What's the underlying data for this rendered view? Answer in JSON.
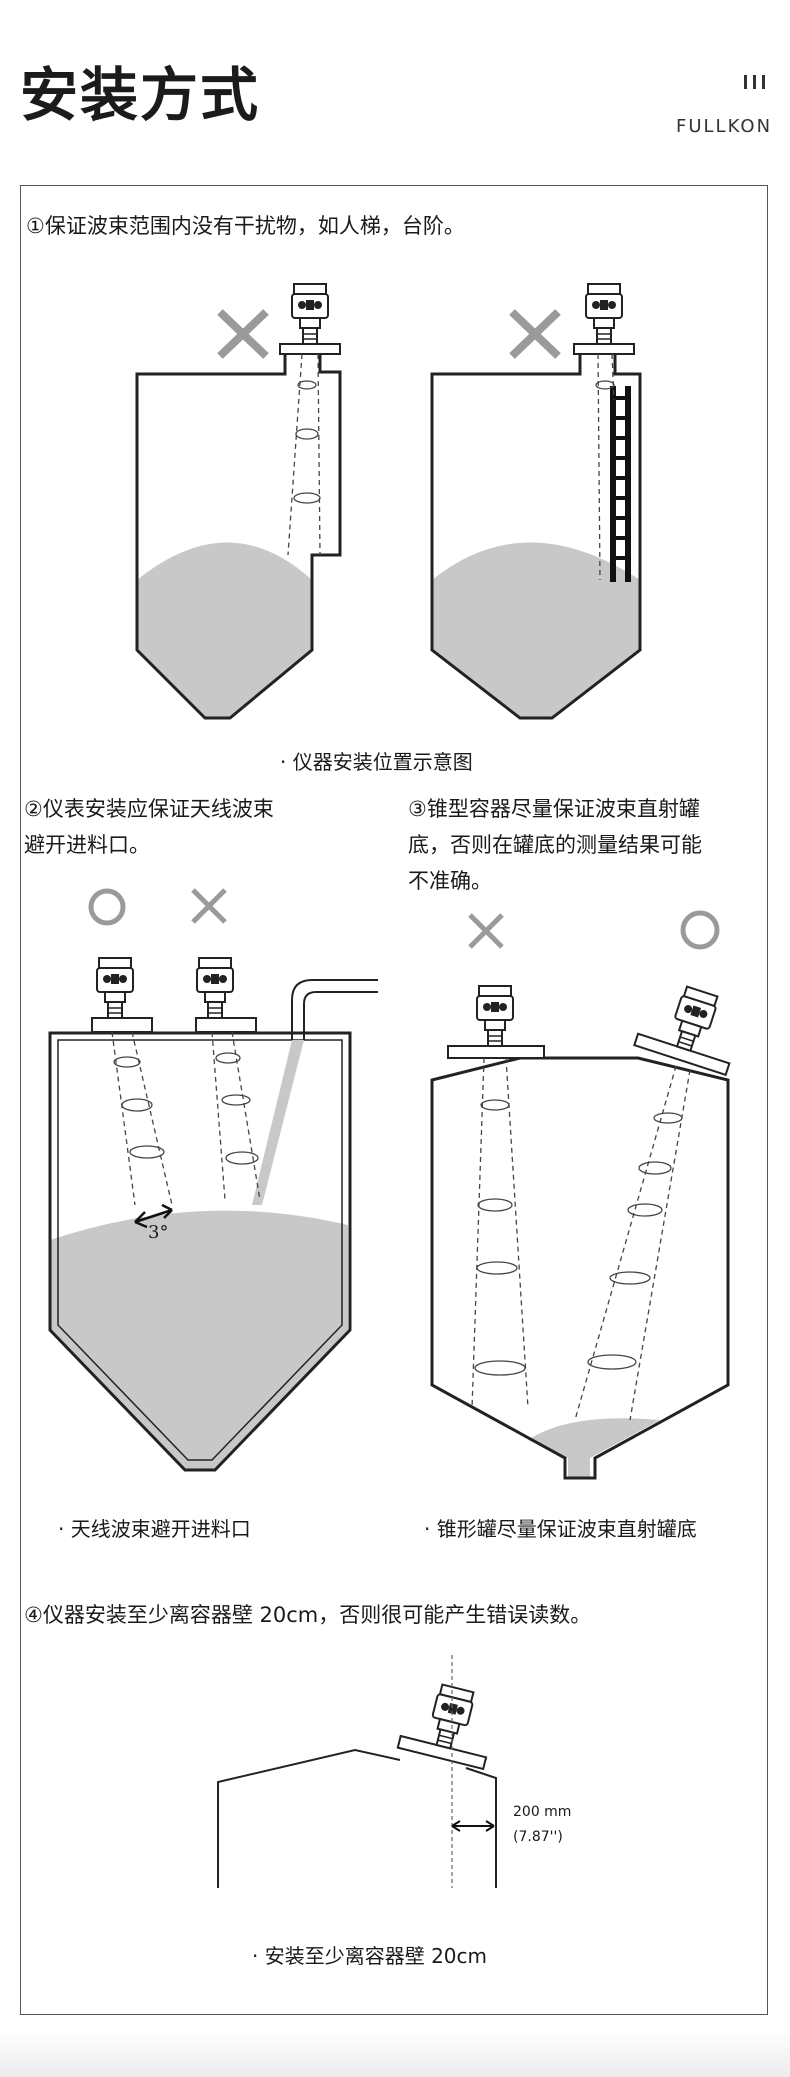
{
  "header": {
    "title": "安装方式",
    "brand": "FULLKON"
  },
  "sections": {
    "s1": {
      "text": "①保证波束范围内没有干扰物，如人梯，台阶。",
      "caption": "· 仪器安装位置示意图"
    },
    "s2": {
      "line1": "②仪表安装应保证天线波束",
      "line2": "避开进料口。",
      "caption": "· 天线波束避开进料口",
      "angle_label": "3°"
    },
    "s3": {
      "line1": "③锥型容器尽量保证波束直射罐",
      "line2": "底，否则在罐底的测量结果可能",
      "line3": "不准确。",
      "caption": "· 锥形罐尽量保证波束直射罐底"
    },
    "s4": {
      "text": "④仪器安装至少离容器壁 20cm，否则很可能产生错误读数。",
      "caption": "· 安装至少离容器壁 20cm",
      "dim_mm": "200 mm",
      "dim_in": "(7.87'')"
    }
  },
  "colors": {
    "fill": "#c8c8c8",
    "cross": "#9a9a9a",
    "line": "#222222"
  }
}
